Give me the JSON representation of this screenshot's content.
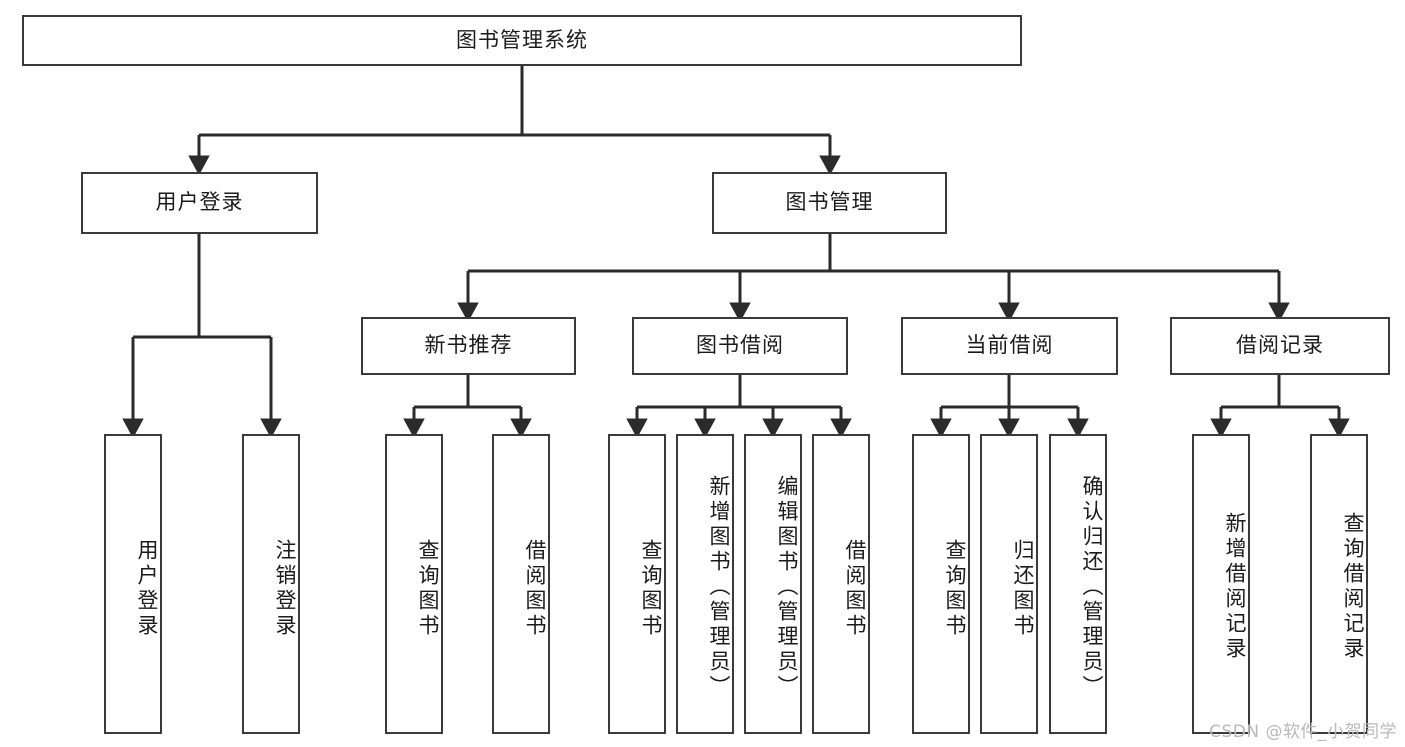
{
  "diagram": {
    "title": "图书管理系统",
    "type": "tree-hierarchy-chart",
    "root": {
      "label": "图书管理系统"
    },
    "level1": [
      {
        "label": "用户登录"
      },
      {
        "label": "图书管理"
      }
    ],
    "level2": [
      {
        "label": "新书推荐"
      },
      {
        "label": "图书借阅"
      },
      {
        "label": "当前借阅"
      },
      {
        "label": "借阅记录"
      }
    ],
    "leaves": {
      "user_login": [
        {
          "label": "用户登录"
        },
        {
          "label": "注销登录"
        }
      ],
      "new_book_recommend": [
        {
          "label": "查询图书"
        },
        {
          "label": "借阅图书"
        }
      ],
      "book_borrow": [
        {
          "label": "查询图书"
        },
        {
          "label": "新增图书（管理员）"
        },
        {
          "label": "编辑图书（管理员）"
        },
        {
          "label": "借阅图书"
        }
      ],
      "current_borrow": [
        {
          "label": "查询图书"
        },
        {
          "label": "归还图书"
        },
        {
          "label": "确认归还（管理员）"
        }
      ],
      "borrow_record": [
        {
          "label": "新增借阅记录"
        },
        {
          "label": "查询借阅记录"
        }
      ]
    }
  },
  "watermark": {
    "text": "CSDN @软件_小贺同学"
  },
  "colors": {
    "box_border": "#3a3a3a",
    "connector": "#2b2b2b",
    "text": "#1b1b1b",
    "background": "#ffffff",
    "watermark": "#b9b9b9"
  }
}
